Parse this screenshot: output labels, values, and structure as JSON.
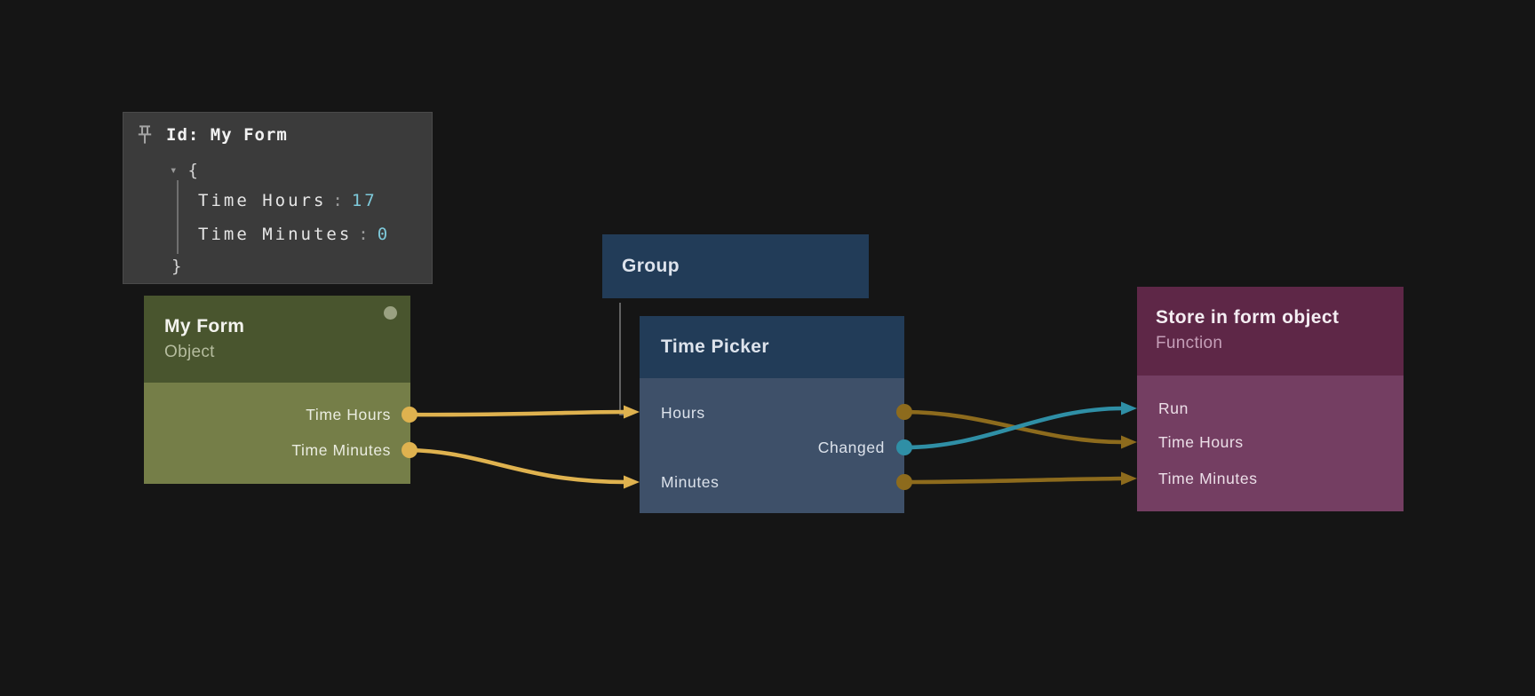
{
  "editor": {
    "background": "#151515"
  },
  "inspector": {
    "title": "Id: My Form",
    "caret": "▾",
    "open_brace": "{",
    "close_brace": "}",
    "entries": [
      {
        "key": "Time Hours",
        "separator": ":",
        "value": "17"
      },
      {
        "key": "Time Minutes",
        "separator": ":",
        "value": "0"
      }
    ],
    "colors": {
      "background": "#3b3b3b",
      "border": "#4a4a4a",
      "title": "#f2f2f2",
      "key": "#e6e6e6",
      "separator": "#9a9a9a",
      "value": "#7ec9da",
      "brace": "#d4d4d4",
      "guide_line": "#6f6f6f",
      "pin_icon": "#a3a3a3"
    }
  },
  "nodes": {
    "my_form": {
      "title": "My Form",
      "subtitle": "Object",
      "outputs": [
        {
          "label": "Time Hours"
        },
        {
          "label": "Time Minutes"
        }
      ],
      "colors": {
        "header": "#49552e",
        "body": "#757e48",
        "title": "#f3f3ee",
        "subtitle": "#b5bc9e",
        "label": "#eaece0",
        "status_dot": "#9aa181"
      }
    },
    "group": {
      "title": "Group",
      "colors": {
        "header": "#223c58",
        "title": "#dde3ec"
      }
    },
    "time_picker": {
      "title": "Time Picker",
      "inputs": [
        {
          "label": "Hours"
        },
        {
          "label": "Minutes"
        }
      ],
      "outputs": [
        {
          "label": "Changed"
        }
      ],
      "colors": {
        "header": "#223c58",
        "body": "#3e5069",
        "title": "#dde3ec",
        "label": "#dce2eb"
      }
    },
    "store": {
      "title": "Store in form object",
      "subtitle": "Function",
      "inputs": [
        {
          "label": "Run"
        },
        {
          "label": "Time Hours"
        },
        {
          "label": "Time Minutes"
        }
      ],
      "colors": {
        "header": "#5e2747",
        "body": "#743e62",
        "title": "#f4edf2",
        "subtitle": "#c59fb8",
        "label": "#ecdfe8"
      }
    }
  },
  "connections": {
    "colors": {
      "gold_bright": "#dfb24f",
      "gold_dim": "#8d6b1d",
      "teal": "#2f8fa6",
      "hierarchy_line": "#757575"
    }
  }
}
